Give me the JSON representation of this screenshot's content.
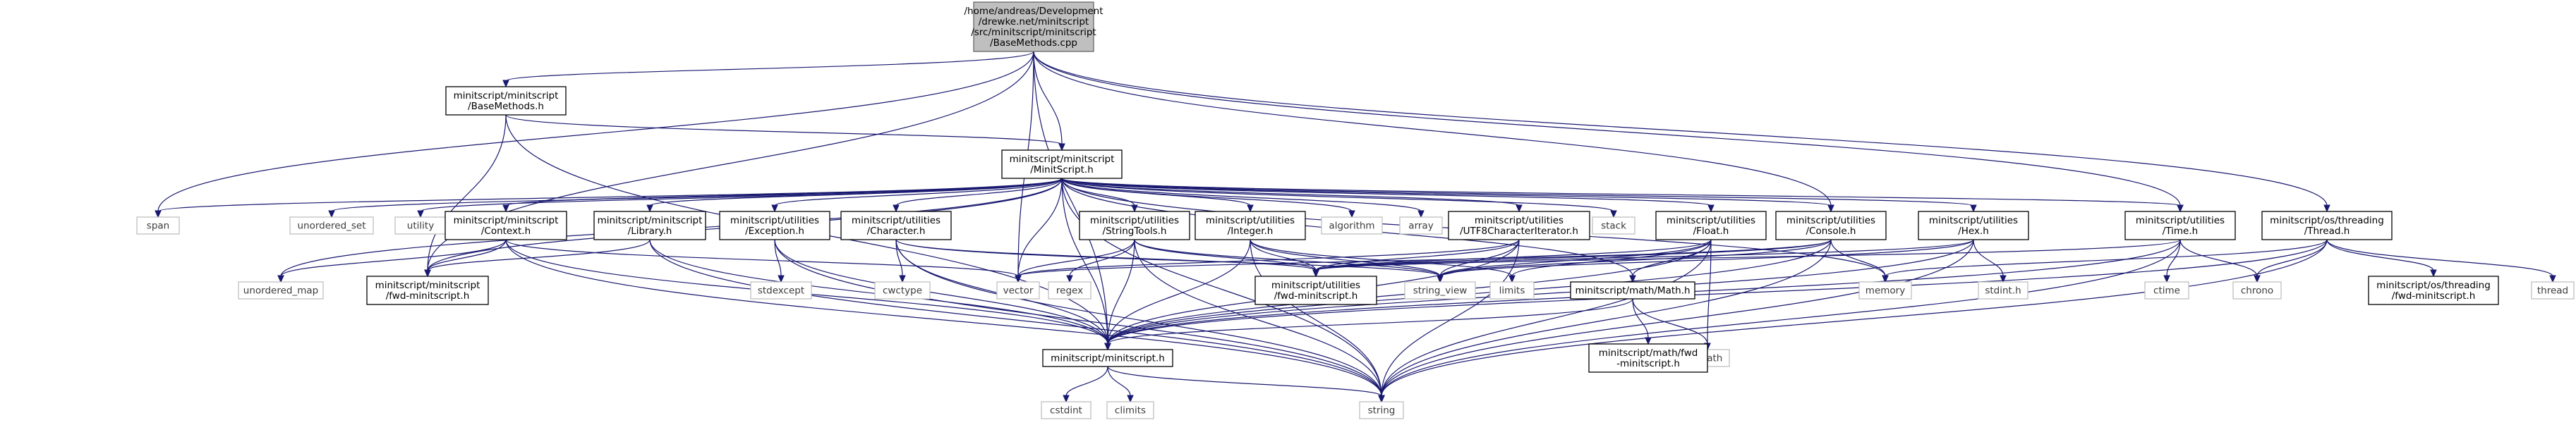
{
  "graph": {
    "background": "#ffffff",
    "edge_color": "#191970",
    "root_fill": "#bfbfbf",
    "system_border": "#bfbfbf",
    "local_border": "#000000",
    "nodes": [
      {
        "id": "root",
        "kind": "root",
        "lines": [
          "/home/andreas/Development",
          "/drewke.net/minitscript",
          "/src/minitscript/minitscript",
          "/BaseMethods.cpp"
        ]
      },
      {
        "id": "basemethods_h",
        "kind": "local",
        "lines": [
          "minitscript/minitscript",
          "/BaseMethods.h"
        ]
      },
      {
        "id": "minitscript_h",
        "kind": "local",
        "lines": [
          "minitscript/minitscript",
          "/MinitScript.h"
        ]
      },
      {
        "id": "span",
        "kind": "system",
        "lines": [
          "span"
        ]
      },
      {
        "id": "unordered_set",
        "kind": "system",
        "lines": [
          "unordered_set"
        ]
      },
      {
        "id": "utility",
        "kind": "system",
        "lines": [
          "utility"
        ]
      },
      {
        "id": "context_h",
        "kind": "local",
        "lines": [
          "minitscript/minitscript",
          "/Context.h"
        ]
      },
      {
        "id": "library_h",
        "kind": "local",
        "lines": [
          "minitscript/minitscript",
          "/Library.h"
        ]
      },
      {
        "id": "exception_h",
        "kind": "local",
        "lines": [
          "minitscript/utilities",
          "/Exception.h"
        ]
      },
      {
        "id": "character_h",
        "kind": "local",
        "lines": [
          "minitscript/utilities",
          "/Character.h"
        ]
      },
      {
        "id": "stringtools_h",
        "kind": "local",
        "lines": [
          "minitscript/utilities",
          "/StringTools.h"
        ]
      },
      {
        "id": "integer_h",
        "kind": "local",
        "lines": [
          "minitscript/utilities",
          "/Integer.h"
        ]
      },
      {
        "id": "algorithm",
        "kind": "system",
        "lines": [
          "algorithm"
        ]
      },
      {
        "id": "array",
        "kind": "system",
        "lines": [
          "array"
        ]
      },
      {
        "id": "utf8_h",
        "kind": "local",
        "lines": [
          "minitscript/utilities",
          "/UTF8CharacterIterator.h"
        ]
      },
      {
        "id": "stack",
        "kind": "system",
        "lines": [
          "stack"
        ]
      },
      {
        "id": "float_h",
        "kind": "local",
        "lines": [
          "minitscript/utilities",
          "/Float.h"
        ]
      },
      {
        "id": "console_h",
        "kind": "local",
        "lines": [
          "minitscript/utilities",
          "/Console.h"
        ]
      },
      {
        "id": "hex_h",
        "kind": "local",
        "lines": [
          "minitscript/utilities",
          "/Hex.h"
        ]
      },
      {
        "id": "time_h",
        "kind": "local",
        "lines": [
          "minitscript/utilities",
          "/Time.h"
        ]
      },
      {
        "id": "thread_h",
        "kind": "local",
        "lines": [
          "minitscript/os/threading",
          "/Thread.h"
        ]
      },
      {
        "id": "unordered_map",
        "kind": "system",
        "lines": [
          "unordered_map"
        ]
      },
      {
        "id": "fwd_minitscript_h",
        "kind": "local",
        "lines": [
          "minitscript/minitscript",
          "/fwd-minitscript.h"
        ]
      },
      {
        "id": "stdexcept",
        "kind": "system",
        "lines": [
          "stdexcept"
        ]
      },
      {
        "id": "cwctype",
        "kind": "system",
        "lines": [
          "cwctype"
        ]
      },
      {
        "id": "vector",
        "kind": "system",
        "lines": [
          "vector"
        ]
      },
      {
        "id": "regex",
        "kind": "system",
        "lines": [
          "regex"
        ]
      },
      {
        "id": "utilities_fwd_h",
        "kind": "local",
        "lines": [
          "minitscript/utilities",
          "/fwd-minitscript.h"
        ]
      },
      {
        "id": "string_view",
        "kind": "system",
        "lines": [
          "string_view"
        ]
      },
      {
        "id": "limits",
        "kind": "system",
        "lines": [
          "limits"
        ]
      },
      {
        "id": "math_h",
        "kind": "local",
        "lines": [
          "minitscript/math/Math.h"
        ]
      },
      {
        "id": "memory",
        "kind": "system",
        "lines": [
          "memory"
        ]
      },
      {
        "id": "stdint_h",
        "kind": "system",
        "lines": [
          "stdint.h"
        ]
      },
      {
        "id": "ctime",
        "kind": "system",
        "lines": [
          "ctime"
        ]
      },
      {
        "id": "chrono",
        "kind": "system",
        "lines": [
          "chrono"
        ]
      },
      {
        "id": "thread_fwd_h",
        "kind": "local",
        "lines": [
          "minitscript/os/threading",
          "/fwd-minitscript.h"
        ]
      },
      {
        "id": "thread",
        "kind": "system",
        "lines": [
          "thread"
        ]
      },
      {
        "id": "minitscript_minitscript_h",
        "kind": "local",
        "lines": [
          "minitscript/minitscript.h"
        ]
      },
      {
        "id": "cmath",
        "kind": "system",
        "lines": [
          "cmath"
        ]
      },
      {
        "id": "math_fwd_h",
        "kind": "local",
        "lines": [
          "minitscript/math/fwd",
          "-minitscript.h"
        ]
      },
      {
        "id": "cstdint",
        "kind": "system",
        "lines": [
          "cstdint"
        ]
      },
      {
        "id": "climits",
        "kind": "system",
        "lines": [
          "climits"
        ]
      },
      {
        "id": "string",
        "kind": "system",
        "lines": [
          "string"
        ]
      }
    ],
    "edges": [
      [
        "root",
        "basemethods_h"
      ],
      [
        "root",
        "minitscript_h"
      ],
      [
        "root",
        "span"
      ],
      [
        "root",
        "vector"
      ],
      [
        "root",
        "minitscript_minitscript_h"
      ],
      [
        "root",
        "fwd_minitscript_h"
      ],
      [
        "root",
        "console_h"
      ],
      [
        "root",
        "time_h"
      ],
      [
        "root",
        "thread_h"
      ],
      [
        "basemethods_h",
        "minitscript_h"
      ],
      [
        "basemethods_h",
        "minitscript_minitscript_h"
      ],
      [
        "basemethods_h",
        "fwd_minitscript_h"
      ],
      [
        "minitscript_h",
        "span"
      ],
      [
        "minitscript_h",
        "unordered_set"
      ],
      [
        "minitscript_h",
        "utility"
      ],
      [
        "minitscript_h",
        "context_h"
      ],
      [
        "minitscript_h",
        "library_h"
      ],
      [
        "minitscript_h",
        "exception_h"
      ],
      [
        "minitscript_h",
        "character_h"
      ],
      [
        "minitscript_h",
        "stringtools_h"
      ],
      [
        "minitscript_h",
        "integer_h"
      ],
      [
        "minitscript_h",
        "algorithm"
      ],
      [
        "minitscript_h",
        "array"
      ],
      [
        "minitscript_h",
        "utf8_h"
      ],
      [
        "minitscript_h",
        "stack"
      ],
      [
        "minitscript_h",
        "float_h"
      ],
      [
        "minitscript_h",
        "console_h"
      ],
      [
        "minitscript_h",
        "hex_h"
      ],
      [
        "minitscript_h",
        "time_h"
      ],
      [
        "minitscript_h",
        "memory"
      ],
      [
        "minitscript_h",
        "string"
      ],
      [
        "minitscript_h",
        "vector"
      ],
      [
        "minitscript_h",
        "unordered_map"
      ],
      [
        "minitscript_h",
        "fwd_minitscript_h"
      ],
      [
        "minitscript_h",
        "minitscript_minitscript_h"
      ],
      [
        "minitscript_h",
        "math_h"
      ],
      [
        "context_h",
        "unordered_map"
      ],
      [
        "context_h",
        "vector"
      ],
      [
        "context_h",
        "minitscript_minitscript_h"
      ],
      [
        "context_h",
        "string"
      ],
      [
        "context_h",
        "fwd_minitscript_h"
      ],
      [
        "library_h",
        "fwd_minitscript_h"
      ],
      [
        "library_h",
        "minitscript_minitscript_h"
      ],
      [
        "library_h",
        "string"
      ],
      [
        "exception_h",
        "stdexcept"
      ],
      [
        "exception_h",
        "minitscript_minitscript_h"
      ],
      [
        "exception_h",
        "string"
      ],
      [
        "character_h",
        "cwctype"
      ],
      [
        "character_h",
        "minitscript_minitscript_h"
      ],
      [
        "character_h",
        "utilities_fwd_h"
      ],
      [
        "character_h",
        "string"
      ],
      [
        "character_h",
        "string_view"
      ],
      [
        "stringtools_h",
        "vector"
      ],
      [
        "stringtools_h",
        "regex"
      ],
      [
        "stringtools_h",
        "utilities_fwd_h"
      ],
      [
        "stringtools_h",
        "minitscript_minitscript_h"
      ],
      [
        "stringtools_h",
        "string"
      ],
      [
        "stringtools_h",
        "string_view"
      ],
      [
        "integer_h",
        "utilities_fwd_h"
      ],
      [
        "integer_h",
        "minitscript_minitscript_h"
      ],
      [
        "integer_h",
        "string"
      ],
      [
        "integer_h",
        "string_view"
      ],
      [
        "integer_h",
        "limits"
      ],
      [
        "utf8_h",
        "utilities_fwd_h"
      ],
      [
        "utf8_h",
        "minitscript_minitscript_h"
      ],
      [
        "utf8_h",
        "string"
      ],
      [
        "utf8_h",
        "string_view"
      ],
      [
        "utf8_h",
        "vector"
      ],
      [
        "float_h",
        "utilities_fwd_h"
      ],
      [
        "float_h",
        "minitscript_minitscript_h"
      ],
      [
        "float_h",
        "math_h"
      ],
      [
        "float_h",
        "string"
      ],
      [
        "float_h",
        "string_view"
      ],
      [
        "float_h",
        "limits"
      ],
      [
        "float_h",
        "cmath"
      ],
      [
        "console_h",
        "utilities_fwd_h"
      ],
      [
        "console_h",
        "minitscript_minitscript_h"
      ],
      [
        "console_h",
        "memory"
      ],
      [
        "console_h",
        "string"
      ],
      [
        "console_h",
        "string_view"
      ],
      [
        "console_h",
        "vector"
      ],
      [
        "hex_h",
        "utilities_fwd_h"
      ],
      [
        "hex_h",
        "minitscript_minitscript_h"
      ],
      [
        "hex_h",
        "stdint_h"
      ],
      [
        "hex_h",
        "string"
      ],
      [
        "hex_h",
        "string_view"
      ],
      [
        "time_h",
        "ctime"
      ],
      [
        "time_h",
        "chrono"
      ],
      [
        "time_h",
        "minitscript_minitscript_h"
      ],
      [
        "time_h",
        "utilities_fwd_h"
      ],
      [
        "time_h",
        "string"
      ],
      [
        "thread_h",
        "chrono"
      ],
      [
        "thread_h",
        "memory"
      ],
      [
        "thread_h",
        "thread"
      ],
      [
        "thread_h",
        "thread_fwd_h"
      ],
      [
        "thread_h",
        "minitscript_minitscript_h"
      ],
      [
        "thread_h",
        "string"
      ],
      [
        "math_h",
        "cmath"
      ],
      [
        "math_h",
        "math_fwd_h"
      ],
      [
        "math_h",
        "minitscript_minitscript_h"
      ],
      [
        "minitscript_minitscript_h",
        "cstdint"
      ],
      [
        "minitscript_minitscript_h",
        "climits"
      ],
      [
        "minitscript_minitscript_h",
        "string"
      ]
    ]
  }
}
